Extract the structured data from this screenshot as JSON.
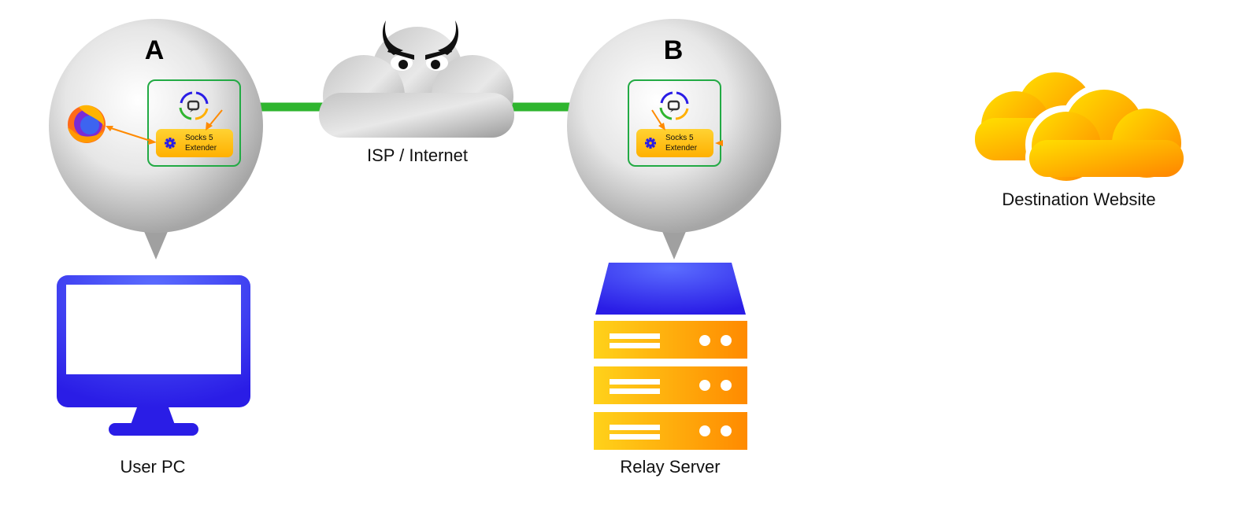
{
  "nodes": {
    "a": {
      "letter": "A",
      "label": "User PC"
    },
    "b": {
      "letter": "B",
      "label": "Relay Server"
    },
    "isp": {
      "label": "ISP / Internet"
    },
    "destination": {
      "label": "Destination Website"
    }
  },
  "extender": {
    "line1": "Socks 5",
    "line2": "Extender"
  },
  "colors": {
    "tunnel": "#2fb52f",
    "extender_box": "#ffc107",
    "module_border": "#22aa44",
    "computer": "#2a1de6",
    "server_top": "#2a1de6",
    "server_unit": "#ffa000",
    "cloud_orange": "#ffb300",
    "isp_cloud": "#a9a9a9",
    "link_orange": "#ff8a00"
  },
  "icons": {
    "browser": "firefox-icon",
    "extender": "gear-icon",
    "app": "chat-logo-icon",
    "threat": "devil-horns-icon"
  }
}
